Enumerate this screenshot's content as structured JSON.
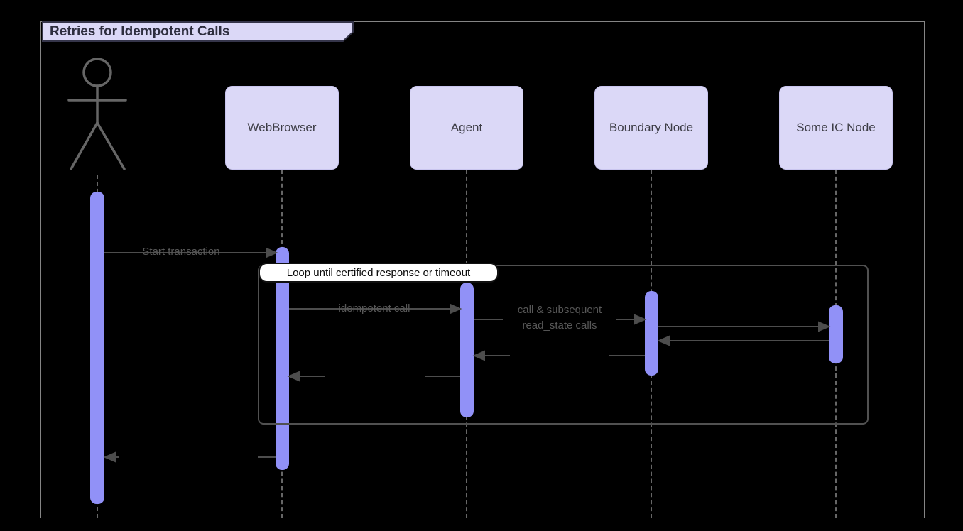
{
  "diagram_title": "Retries for Idempotent Calls",
  "participants": [
    {
      "label": "WebBrowser"
    },
    {
      "label": "Agent"
    },
    {
      "label": "Boundary Node"
    },
    {
      "label": "Some IC Node"
    }
  ],
  "loop_frame": {
    "label": "Loop until certified response or timeout"
  },
  "messages": {
    "start_transaction": {
      "label": "Start transaction"
    },
    "idempotent_call": {
      "label": "idempotent call"
    },
    "call_and_read_state": {
      "line1": "call & subsequent",
      "line2": "read_state calls"
    }
  },
  "colors": {
    "background": "#000000",
    "participant_fill": "#dbd8f7",
    "activation_fill": "#9191f7",
    "arrow_line": "#4d4d4d",
    "lifeline": "#666666",
    "outer_frame_border": "#858585",
    "loop_frame_border": "#515151",
    "loop_label_background": "#ffffff",
    "message_text": "#585858",
    "title_text": "#2e2e3f"
  }
}
